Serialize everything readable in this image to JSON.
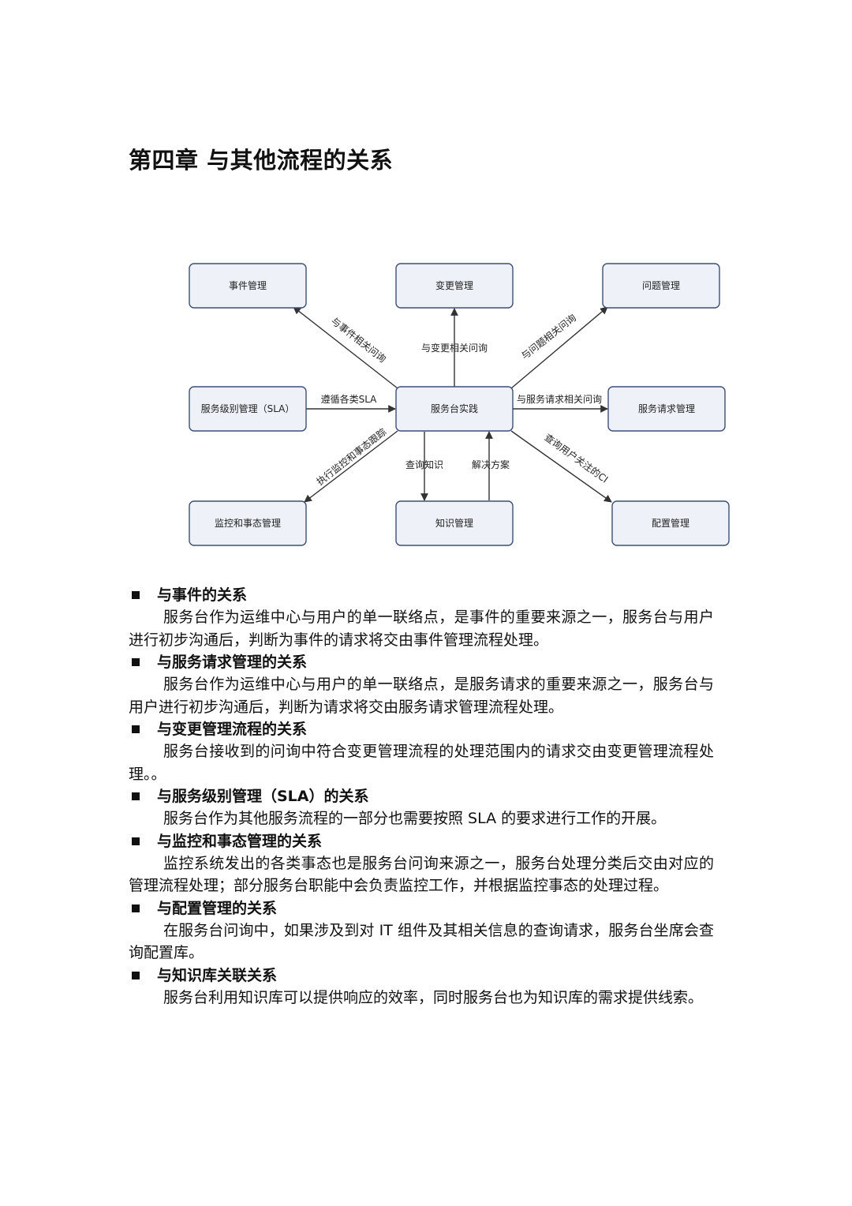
{
  "chapter_title": "第四章 与其他流程的关系",
  "diagram": {
    "nodes": {
      "incident": "事件管理",
      "change": "变更管理",
      "problem": "问题管理",
      "sla": "服务级别管理（SLA）",
      "center": "服务台实践",
      "request": "服务请求管理",
      "monitoring": "监控和事态管理",
      "knowledge": "知识管理",
      "config": "配置管理"
    },
    "edges": {
      "to_incident": "与事件相关问询",
      "to_change": "与变更相关问询",
      "to_problem": "与问题相关问询",
      "from_sla": "遵循各类SLA",
      "to_request": "与服务请求相关问询",
      "to_monitoring": "执行监控和事态跟踪",
      "to_knowledge": "查询知识",
      "from_knowledge": "解决方案",
      "to_config": "查询用户关注的CI"
    }
  },
  "sections": [
    {
      "heading": "与事件的关系",
      "text": "服务台作为运维中心与用户的单一联络点，是事件的重要来源之一，服务台与用户进行初步沟通后，判断为事件的请求将交由事件管理流程处理。"
    },
    {
      "heading": "与服务请求管理的关系",
      "text": "服务台作为运维中心与用户的单一联络点，是服务请求的重要来源之一，服务台与用户进行初步沟通后，判断为请求将交由服务请求管理流程处理。"
    },
    {
      "heading": "与变更管理流程的关系",
      "text": "服务台接收到的问询中符合变更管理流程的处理范围内的请求交由变更管理流程处理。。"
    },
    {
      "heading": "与服务级别管理（SLA）的关系",
      "text": "服务台作为其他服务流程的一部分也需要按照 SLA 的要求进行工作的开展。"
    },
    {
      "heading": "与监控和事态管理的关系",
      "text": "监控系统发出的各类事态也是服务台问询来源之一，服务台处理分类后交由对应的管理流程处理；部分服务台职能中会负责监控工作，并根据监控事态的处理过程。"
    },
    {
      "heading": "与配置管理的关系",
      "text": "在服务台问询中，如果涉及到对 IT 组件及其相关信息的查询请求，服务台坐席会查询配置库。"
    },
    {
      "heading": "与知识库关联关系",
      "text": "服务台利用知识库可以提供响应的效率，同时服务台也为知识库的需求提供线索。"
    }
  ]
}
